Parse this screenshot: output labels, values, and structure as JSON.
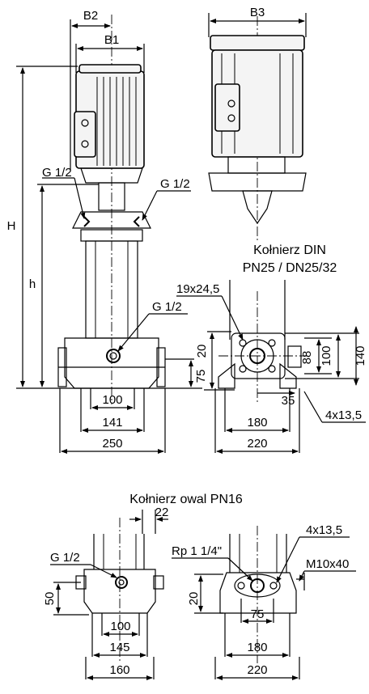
{
  "labels": {
    "b2": "B2",
    "b1": "B1",
    "b3": "B3",
    "H": "H",
    "h": "h",
    "g_half_left": "G 1/2",
    "g_half_right": "G 1/2",
    "g_half_bottom": "G 1/2",
    "din_title": "Kołnierz DIN",
    "din_sub": "PN25 / DN25/32",
    "bolt_19": "19x24,5",
    "d20": "20",
    "d88": "88",
    "d100v": "100",
    "d140": "140",
    "d75": "75",
    "d100": "100",
    "d141": "141",
    "d250": "250",
    "d35": "35",
    "d180": "180",
    "d220": "220",
    "d4x": "4x13,5",
    "oval_title": "Kołnierz owal PN16",
    "d22": "22",
    "g_half_oval": "G 1/2",
    "rp": "Rp 1 1/4\"",
    "d4x_oval": "4x13,5",
    "m10": "M10x40",
    "d50": "50",
    "d20b": "20",
    "d100b": "100",
    "d145": "145",
    "d160": "160",
    "d75b": "75",
    "d180b": "180",
    "d220b": "220"
  }
}
